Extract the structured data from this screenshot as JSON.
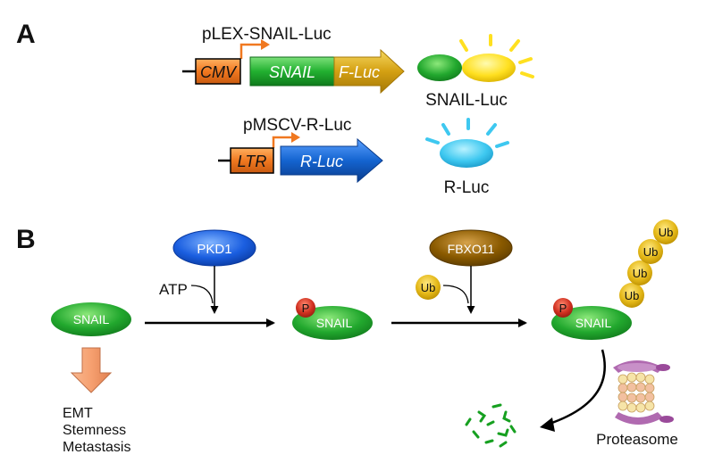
{
  "panel_a": {
    "label": "A",
    "construct1": {
      "name": "pLEX-SNAIL-Luc",
      "promoter": "CMV",
      "gene": "SNAIL",
      "reporter": "F-Luc",
      "product": "SNAIL-Luc"
    },
    "construct2": {
      "name": "pMSCV-R-Luc",
      "promoter": "LTR",
      "reporter": "R-Luc",
      "product": "R-Luc"
    }
  },
  "panel_b": {
    "label": "B",
    "kinase": "PKD1",
    "ligase": "FBXO11",
    "atp": "ATP",
    "ub": "Ub",
    "snail": "SNAIL",
    "phospho": "P",
    "outcomes": [
      "EMT",
      "Stemness",
      "Metastasis"
    ],
    "proteasome": "Proteasome"
  },
  "colors": {
    "orange": "#f07820",
    "green": "#1fa02a",
    "gold": "#d4a012",
    "blue": "#1464d0",
    "yellow": "#ffe020",
    "cyan": "#3ec8f0",
    "brown": "#8a5a00",
    "red": "#d03020",
    "salmon": "#f6a070"
  }
}
